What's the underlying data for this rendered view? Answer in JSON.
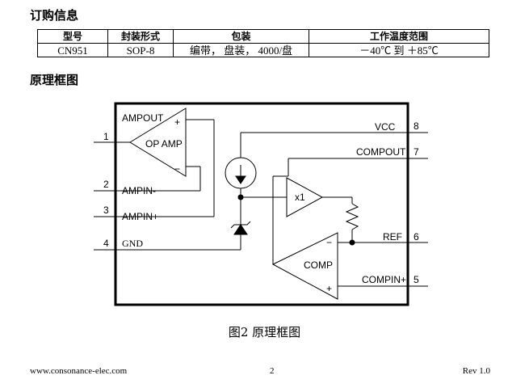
{
  "headings": {
    "order_info": "订购信息",
    "block_diagram": "原理框图"
  },
  "order_table": {
    "headers": [
      "型号",
      "封装形式",
      "包装",
      "工作温度范围"
    ],
    "rows": [
      [
        "CN951",
        "SOP-8",
        "编带，  盘装，  4000/盘",
        "－40℃  到  ＋85℃"
      ]
    ]
  },
  "diagram": {
    "ampout": "AMPOUT",
    "op_amp": "OP AMP",
    "plus": "+",
    "minus": "−",
    "ampin_neg": "AMPIN-",
    "ampin_pos": "AMPIN+",
    "gnd": "GND",
    "vcc": "VCC",
    "compout": "COMPOUT",
    "buffer": "x1",
    "ref": "REF",
    "comp": "COMP",
    "compin": "COMPIN+",
    "pins": {
      "p1": "1",
      "p2": "2",
      "p3": "3",
      "p4": "4",
      "p5": "5",
      "p6": "6",
      "p7": "7",
      "p8": "8"
    }
  },
  "caption": "图2    原理框图",
  "footer": {
    "url": "www.consonance-elec.com",
    "page": "2",
    "rev": "Rev 1.0"
  }
}
